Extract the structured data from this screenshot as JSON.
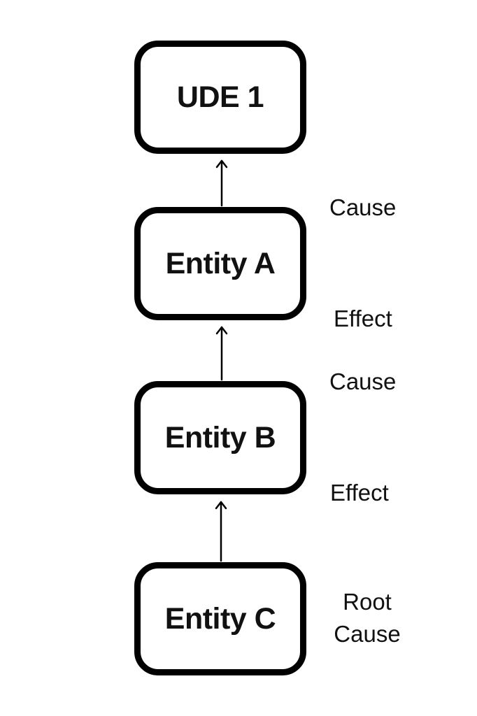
{
  "nodes": {
    "ude": "UDE 1",
    "a": "Entity A",
    "b": "Entity B",
    "c": "Entity C"
  },
  "labels": {
    "cause_1": "Cause",
    "effect_1": "Effect",
    "cause_2": "Cause",
    "effect_2": "Effect",
    "root_line1": "Root",
    "root_line2": "Cause"
  },
  "colors": {
    "stroke": "#000000",
    "text": "#111111",
    "background": "#ffffff"
  }
}
